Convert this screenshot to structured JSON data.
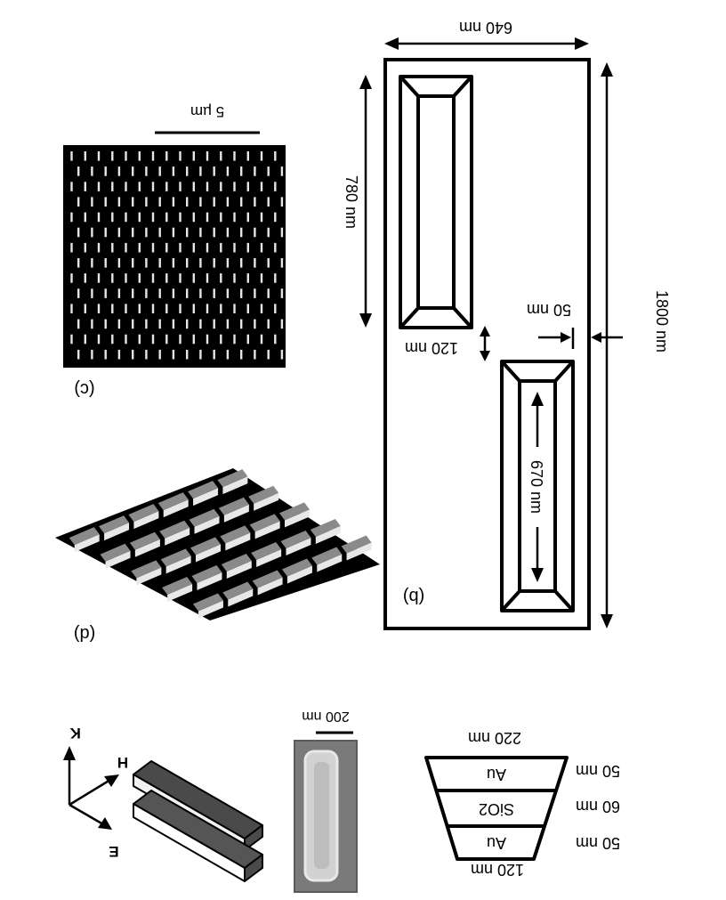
{
  "panel_c": {
    "label": "(c)",
    "scalebar": "5 µm",
    "grid": {
      "rows": 14,
      "cols": 16
    }
  },
  "panel_d": {
    "label": "(d)"
  },
  "panel_b": {
    "label": "(b)",
    "width": "640 nm",
    "height": "1800 nm",
    "top_length": "780 nm",
    "gap": "120 nm",
    "offset": "50 nm",
    "bottom_length": "670 nm"
  },
  "panel_a": {
    "axes": {
      "k": "K",
      "h": "H",
      "e": "E"
    },
    "sem_scalebar": "200 nm",
    "stack": {
      "top_width": "220 nm",
      "bottom_width": "120 nm",
      "layers": [
        {
          "material": "Au",
          "thickness": "50 nm"
        },
        {
          "material": "SiO2",
          "thickness": "60 nm"
        },
        {
          "material": "Au",
          "thickness": "50 nm"
        }
      ]
    }
  }
}
